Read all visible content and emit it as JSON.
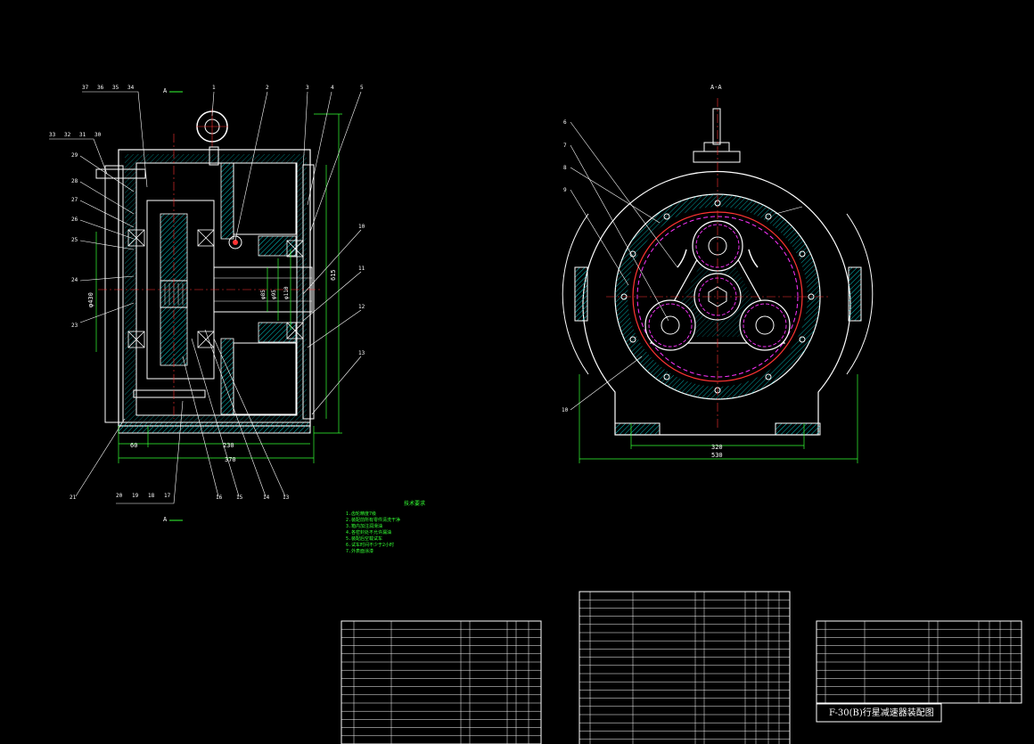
{
  "colors": {
    "background": "#000000",
    "outline": "#ffffff",
    "dimension": "#33ff33",
    "hatch": "#00c8c8",
    "center": "#ff3333",
    "hidden": "#ff33ff",
    "cyan": "#00e0e0"
  },
  "section_view": {
    "section_mark_top": "A",
    "section_mark_bottom": "A",
    "top_callouts": [
      "37",
      "36",
      "35",
      "34",
      "1",
      "2",
      "3",
      "4",
      "5"
    ],
    "left_callouts": [
      "33",
      "32",
      "31",
      "30",
      "29",
      "28",
      "27",
      "26",
      "25",
      "24",
      "23"
    ],
    "right_callouts": [
      "10",
      "11",
      "12",
      "13"
    ],
    "bottom_callouts": [
      "21",
      "20",
      "19",
      "18",
      "17",
      "16",
      "15",
      "14",
      "13"
    ],
    "dims": {
      "width_overall": "370",
      "width_body": "230",
      "width_left": "60",
      "height_overall": "615",
      "dia_left": "φ430",
      "dia_shaft_1": "φ85",
      "dia_shaft_2": "φ95",
      "dia_shaft_3": "φ110"
    }
  },
  "end_view": {
    "view_mark": "A-A",
    "callouts": [
      "6",
      "7",
      "8",
      "9",
      "10"
    ],
    "dims": {
      "width_base": "320",
      "width_overall": "530"
    }
  },
  "notes": {
    "heading": "技术要求",
    "lines": [
      "1.齿轮精度7级",
      "2.装配前所有零件清洗干净",
      "3.箱内加注润滑油",
      "4.各密封处不允许漏油",
      "5.装配后空载试车",
      "6.试车时间不少于2小时",
      "7.外表面涂漆"
    ]
  },
  "title_block": {
    "title": "F-30(B)行星减速器装配图"
  }
}
